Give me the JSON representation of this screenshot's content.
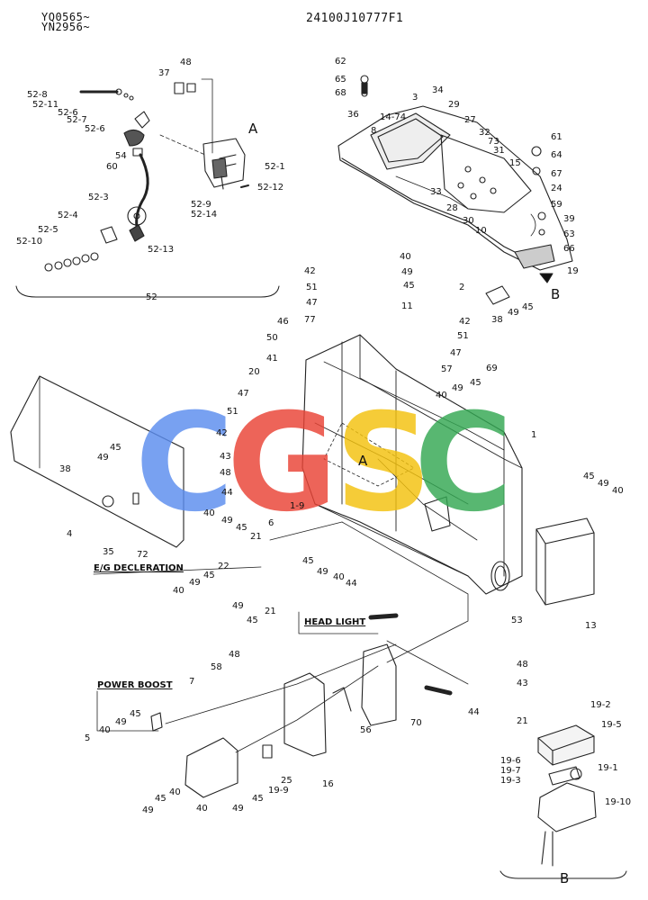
{
  "header": {
    "serials": [
      "YQ0565~",
      "YN2956~"
    ],
    "drawing_number": "24100J10777F1"
  },
  "watermark": {
    "letters": [
      "C",
      "G",
      "S",
      "C"
    ],
    "colors": [
      "#5b8def",
      "#ea4335",
      "#f4c20d",
      "#34a853"
    ]
  },
  "captions": {
    "eg_deceleration": "E/G DECLERATION",
    "head_light": "HEAD LIGHT",
    "power_boost": "POWER BOOST"
  },
  "view_markers": {
    "A_top": "A",
    "A_mid": "A",
    "B_main": "B",
    "B_detail": "B"
  },
  "groups": {
    "g52": "52"
  },
  "labels": [
    "52-8",
    "52-11",
    "52-6",
    "52-7",
    "52-6",
    "37",
    "48",
    "54",
    "60",
    "52-1",
    "52-9",
    "52-14",
    "52-12",
    "52-3",
    "52-4",
    "52-5",
    "52-10",
    "52-13",
    "62",
    "65",
    "68",
    "3",
    "34",
    "29",
    "27",
    "32",
    "73",
    "31",
    "36",
    "14-74",
    "8",
    "15",
    "33",
    "28",
    "30",
    "10",
    "61",
    "64",
    "67",
    "24",
    "59",
    "39",
    "63",
    "66",
    "19",
    "2",
    "38",
    "49",
    "45",
    "40",
    "49",
    "45",
    "42",
    "51",
    "47",
    "11",
    "77",
    "46",
    "50",
    "42",
    "51",
    "47",
    "57",
    "41",
    "20",
    "69",
    "45",
    "49",
    "40",
    "47",
    "51",
    "42",
    "43",
    "48",
    "44",
    "1-9",
    "1",
    "38",
    "49",
    "45",
    "4",
    "35",
    "72",
    "45",
    "49",
    "40",
    "53",
    "13",
    "40",
    "49",
    "45",
    "21",
    "6",
    "22",
    "45",
    "49",
    "40",
    "49",
    "45",
    "21",
    "45",
    "49",
    "40",
    "44",
    "48",
    "58",
    "7",
    "56",
    "70",
    "44",
    "48",
    "43",
    "21",
    "45",
    "49",
    "40",
    "5",
    "16",
    "25",
    "40",
    "49",
    "45",
    "40",
    "49",
    "45",
    "19-9",
    "19-2",
    "19-5",
    "19-6",
    "19-7",
    "19-3",
    "19-1",
    "19-10"
  ]
}
